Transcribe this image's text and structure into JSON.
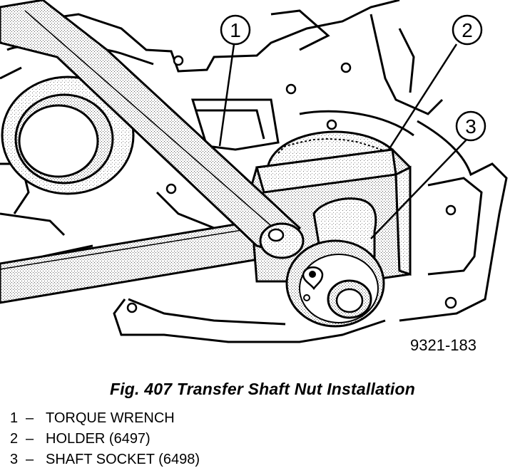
{
  "figure": {
    "id_label": "9321-183",
    "caption": "Fig. 407 Transfer Shaft Nut Installation"
  },
  "callouts": [
    {
      "number": "1",
      "name": "TORQUE WRENCH"
    },
    {
      "number": "2",
      "name": "HOLDER (6497)"
    },
    {
      "number": "3",
      "name": "SHAFT SOCKET (6498)"
    }
  ],
  "legend": [
    {
      "number": "1",
      "dash": "–",
      "text": "TORQUE WRENCH"
    },
    {
      "number": "2",
      "dash": "–",
      "text": "HOLDER (6497)"
    },
    {
      "number": "3",
      "dash": "–",
      "text": "SHAFT SOCKET (6498)"
    }
  ]
}
